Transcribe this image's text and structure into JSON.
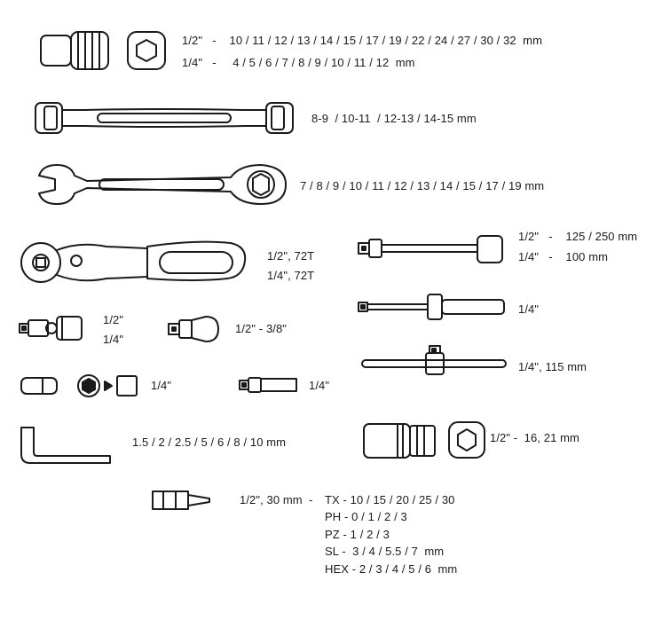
{
  "items": [
    {
      "id": "sockets",
      "lines": [
        "1/2\"   -    10 / 11 / 12 / 13 / 14 / 15 / 17 / 19 / 22 / 24 / 27 / 30 / 32  mm",
        "1/4\"   -     4 / 5 / 6 / 7 / 8 / 9 / 10 / 11 / 12  mm"
      ]
    },
    {
      "id": "ratcheting-box-wrenches",
      "lines": [
        "8-9  / 10-11  / 12-13 / 14-15 mm"
      ]
    },
    {
      "id": "combination-wrenches",
      "lines": [
        "7 / 8 / 9 / 10 / 11 / 12 / 13 / 14 / 15 / 17 / 19 mm"
      ]
    },
    {
      "id": "ratchet-handles",
      "lines": [
        "1/2\", 72T",
        "1/4\", 72T"
      ]
    },
    {
      "id": "extension-bars",
      "lines": [
        "1/2\"   -    125 / 250 mm",
        "1/4\"   -    100 mm"
      ]
    },
    {
      "id": "universal-joints",
      "lines": [
        "1/2\"",
        "1/4\""
      ]
    },
    {
      "id": "socket-adapter",
      "lines": [
        "1/2\" - 3/8\""
      ]
    },
    {
      "id": "spinner-handle",
      "lines": [
        "1/4\""
      ]
    },
    {
      "id": "deep-socket-bit-adapter",
      "lines": [
        "1/4\""
      ]
    },
    {
      "id": "bit-adapter",
      "lines": [
        "1/4\""
      ]
    },
    {
      "id": "sliding-t-bar",
      "lines": [
        "1/4\", 115 mm"
      ]
    },
    {
      "id": "hex-keys",
      "lines": [
        "1.5 / 2 / 2.5 / 5 / 6 / 8 / 10 mm"
      ]
    },
    {
      "id": "spark-plug-sockets",
      "lines": [
        "1/2\" -  16, 21 mm"
      ]
    },
    {
      "id": "screwdriver-bits",
      "lines": [
        "1/2\", 30 mm  -",
        "TX - 10 / 15 / 20 / 25 / 30",
        "PH - 0 / 1 / 2 / 3",
        "PZ - 1 / 2 / 3",
        "SL -  3 / 4 / 5.5 / 7  mm",
        "HEX - 2 / 3 / 4 / 5 / 6  mm"
      ]
    }
  ]
}
